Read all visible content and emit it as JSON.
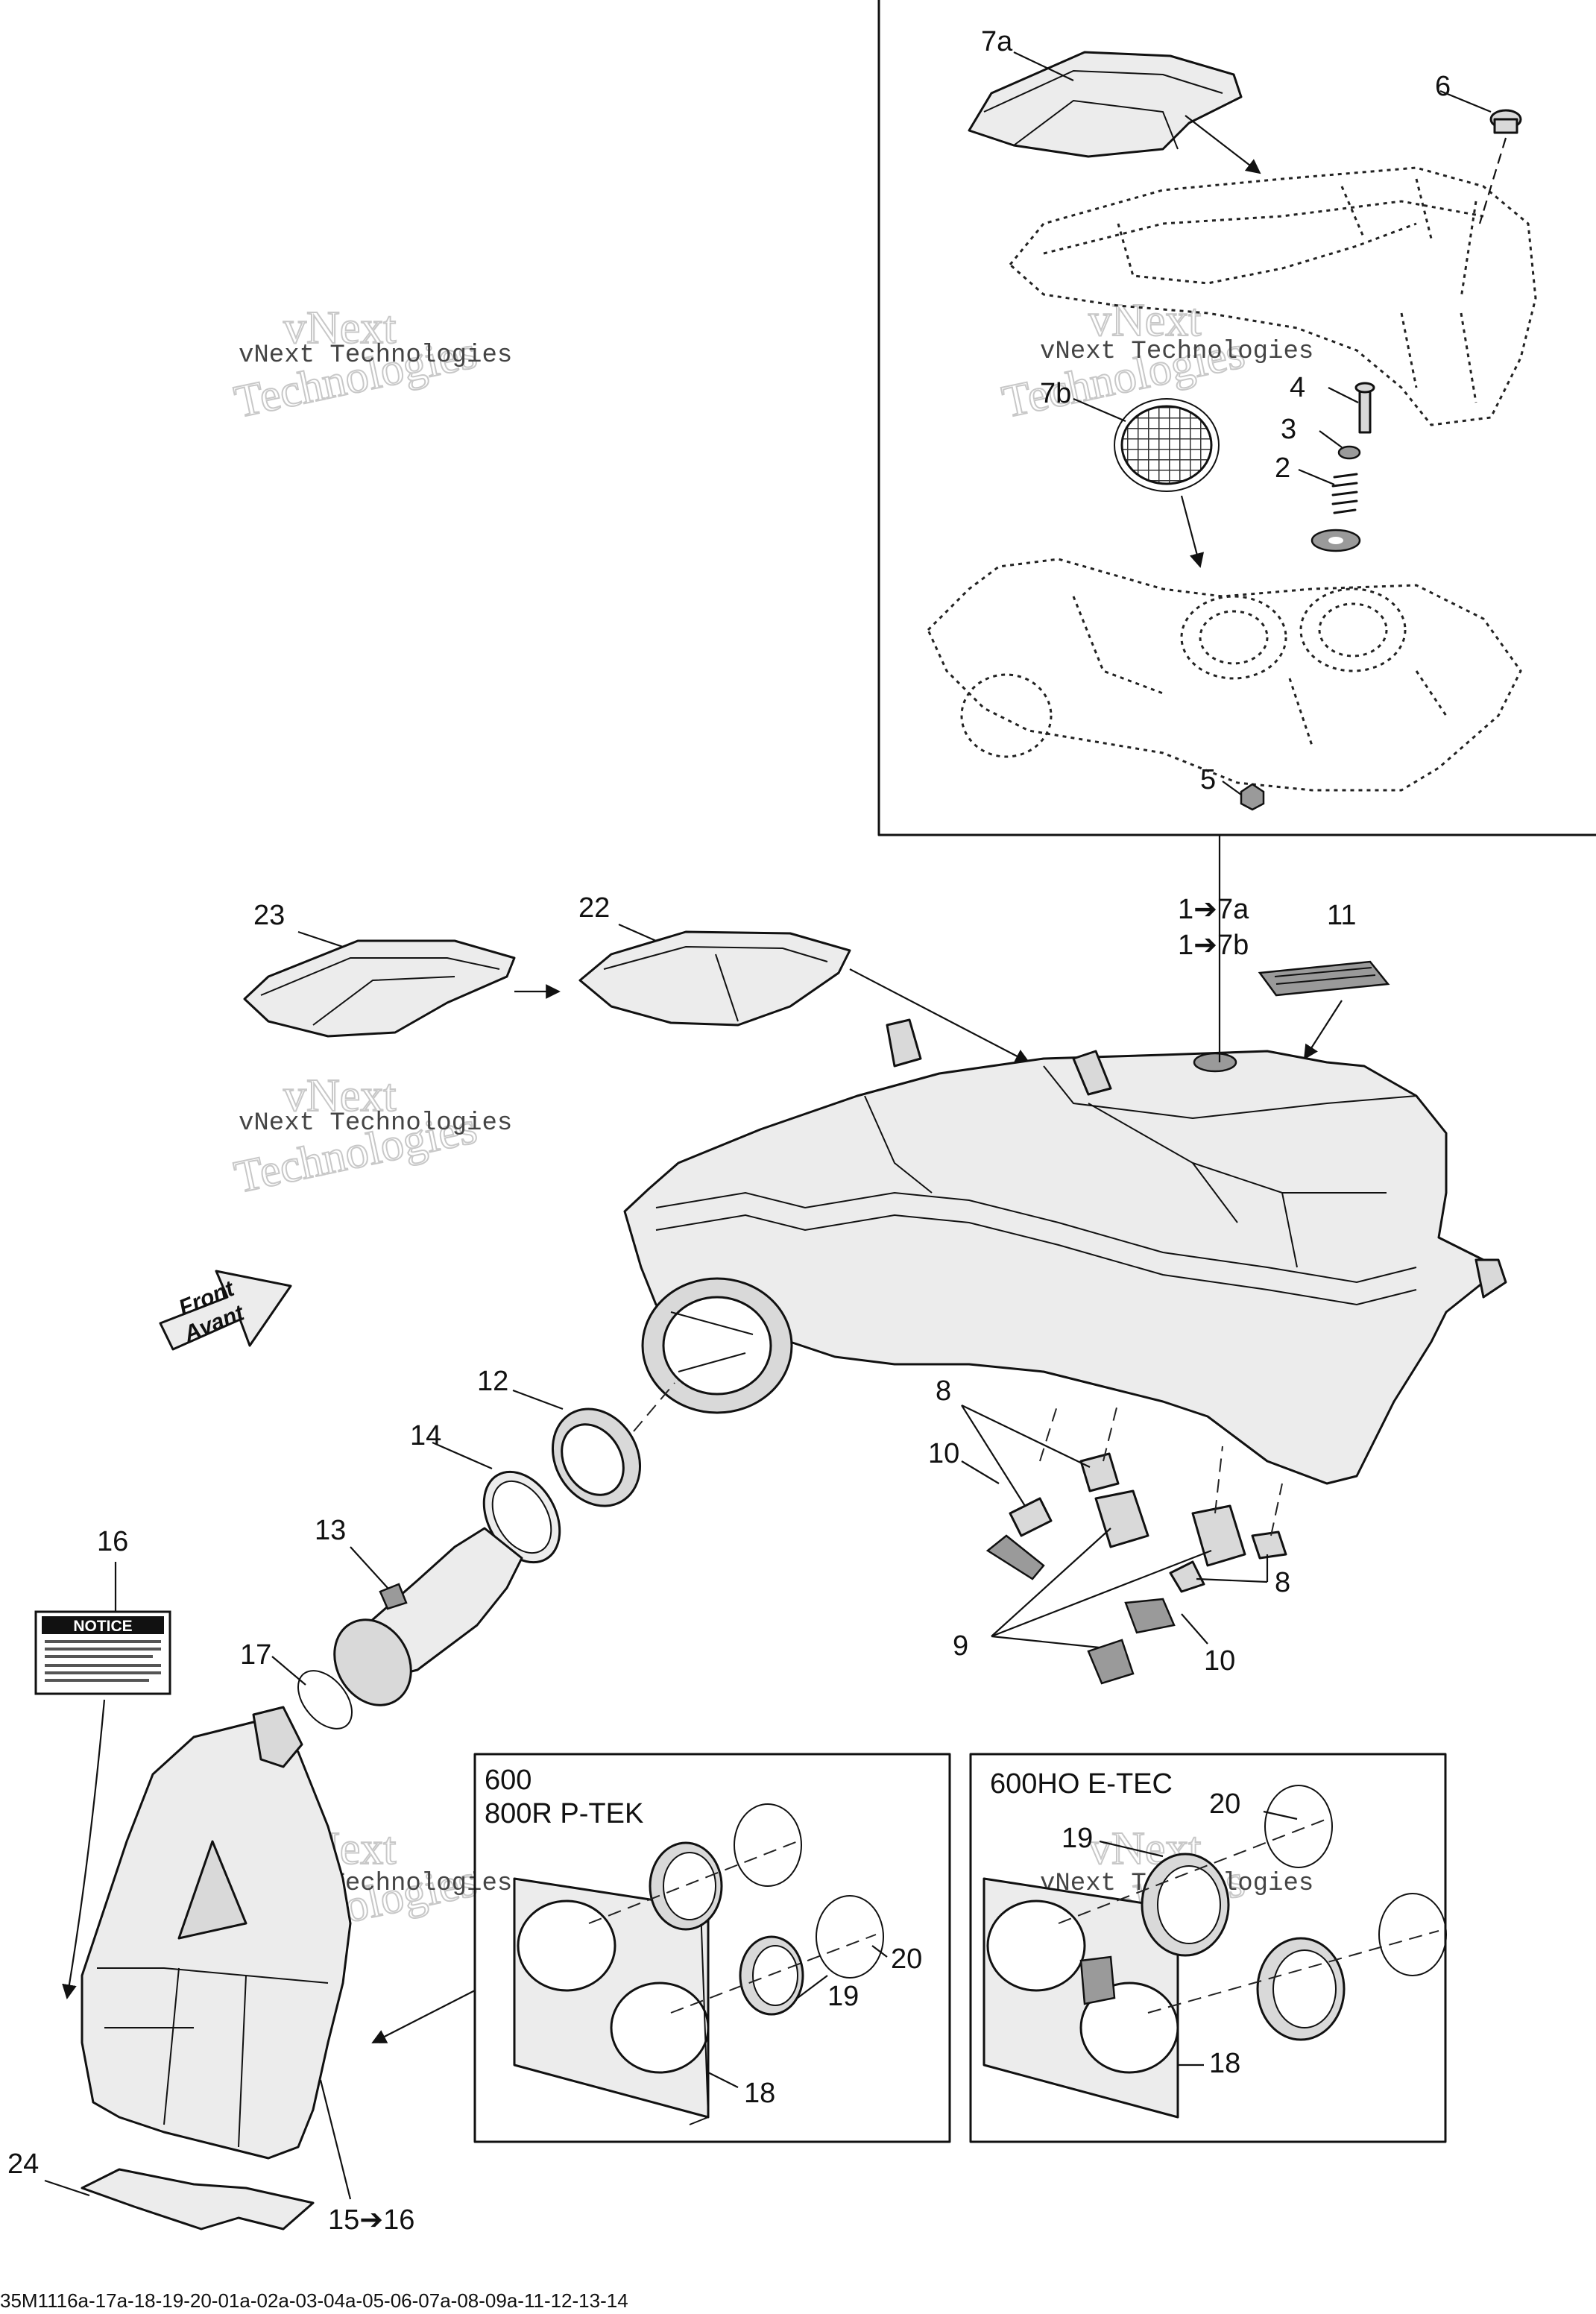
{
  "labels": {
    "l7a": "7a",
    "l6": "6",
    "l7b": "7b",
    "l4": "4",
    "l3": "3",
    "l2": "2",
    "l5": "5",
    "l23": "23",
    "l22": "22",
    "l1a": "1➔7a",
    "l1b": "1➔7b",
    "l11": "11",
    "l12": "12",
    "l14": "14",
    "l13": "13",
    "l16": "16",
    "l17": "17",
    "l8a": "8",
    "l10a": "10",
    "l8b": "8",
    "l9": "9",
    "l10b": "10",
    "l24": "24",
    "l15": "15➔16",
    "l19a": "19",
    "l20a": "20",
    "l18a": "18",
    "l19b": "19",
    "l20b": "20",
    "l18b": "18"
  },
  "boxes": {
    "left_title_1": "600",
    "left_title_2": "800R P-TEK",
    "right_title": "600HO E-TEC"
  },
  "front_arrow": {
    "line1": "Front",
    "line2": "Avant"
  },
  "notice_decal": {
    "title": "NOTICE"
  },
  "watermark": {
    "line1": "vNext Technologies",
    "big1": "vNext",
    "big2": "Technologies"
  },
  "footer": "35M1116a-17a-18-19-20-01a-02a-03-04a-05-06-07a-08-09a-11-12-13-14"
}
